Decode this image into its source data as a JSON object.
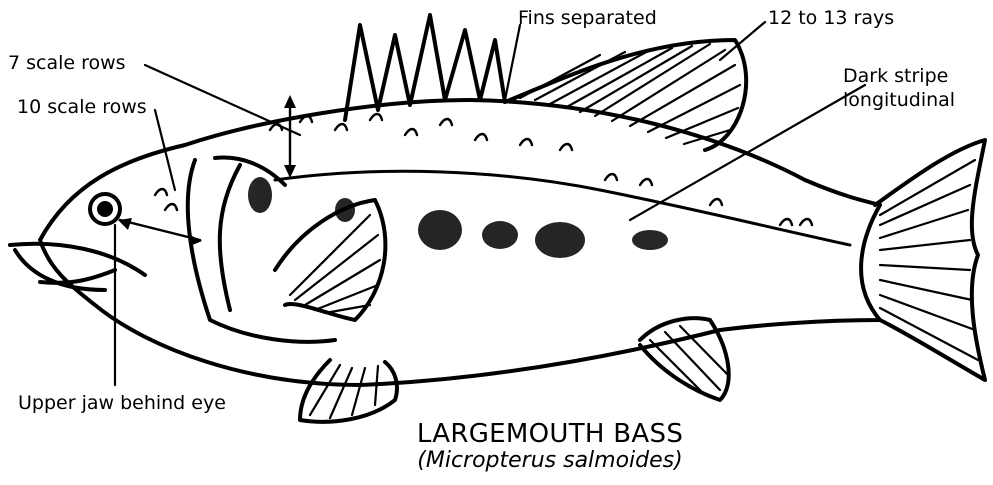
{
  "labels": {
    "fins_separated": "Fins separated",
    "rays": "12 to 13 rays",
    "seven_scale_rows": "7 scale rows",
    "ten_scale_rows": "10 scale rows",
    "dark_stripe_line1": "Dark stripe",
    "dark_stripe_line2": "longitudinal",
    "upper_jaw": "Upper jaw behind eye"
  },
  "title": {
    "common_name": "LARGEMOUTH BASS",
    "scientific_name": "(Micropterus salmoides)"
  }
}
